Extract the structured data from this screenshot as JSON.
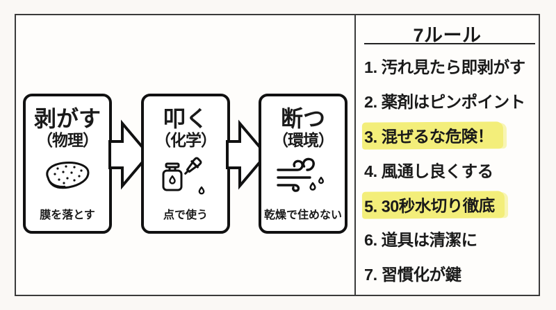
{
  "process": {
    "steps": [
      {
        "title": "剥がす",
        "subtitle": "（物理）",
        "icon": "sponge-icon",
        "caption": "膜を落とす"
      },
      {
        "title": "叩く",
        "subtitle": "（化学）",
        "icon": "dropper-bottle-icon",
        "caption": "点で使う"
      },
      {
        "title": "断つ",
        "subtitle": "（環境）",
        "icon": "wind-drying-icon",
        "caption": "乾燥で住めない"
      }
    ],
    "connector_icon": "block-arrow-right-icon"
  },
  "rules_panel": {
    "title": "7ルール",
    "rules": [
      {
        "label": "1. 汚れ見たら即剥がす",
        "highlighted": false
      },
      {
        "label": "2. 薬剤はピンポイント",
        "highlighted": false
      },
      {
        "label": "3. 混ぜるな危険！",
        "highlighted": true
      },
      {
        "label": "4. 風通し良くする",
        "highlighted": false
      },
      {
        "label": "5. 30秒水切り徹底",
        "highlighted": true
      },
      {
        "label": "6. 道具は清潔に",
        "highlighted": false
      },
      {
        "label": "7. 習慣化が鍵",
        "highlighted": false
      }
    ]
  },
  "colors": {
    "highlight": "#f3ee7a",
    "ink": "#1a1a1a",
    "frame_border": "#3a3a3a",
    "box_border": "#111111",
    "background": "#fefdfb"
  }
}
